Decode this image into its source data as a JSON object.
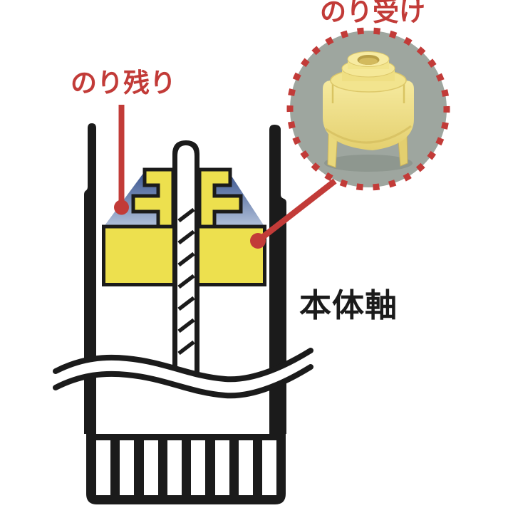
{
  "labels": {
    "glue_receiver": "のり受け",
    "glue_residue": "のり残り",
    "body_shaft": "本体軸"
  },
  "colors": {
    "red": "#C23B38",
    "yellow": "#EDE04E",
    "blue_dark": "#35508C",
    "blue_light": "#B3C2DB",
    "outline_black": "#1B1B1B",
    "photo_bg": "#9EA69F",
    "part_yellow": "#F2E38C"
  },
  "callout": {
    "style": "dashed-circle-photo",
    "subject": "yellow glue receiver plastic part"
  }
}
